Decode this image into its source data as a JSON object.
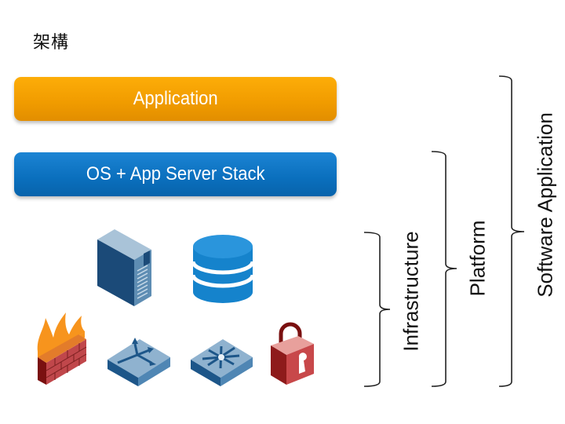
{
  "title": "架構",
  "layers": {
    "application": "Application",
    "os_stack": "OS + App Server Stack"
  },
  "infrastructure_icons": [
    "server-icon",
    "database-icon",
    "firewall-icon",
    "router-icon",
    "switch-icon",
    "security-lock-icon"
  ],
  "brackets": {
    "infrastructure": "Infrastructure",
    "platform": "Platform",
    "software_application": "Software Application"
  },
  "colors": {
    "application_bar": "#f7a300",
    "os_bar": "#0e74c4",
    "server": "#1b4f7e",
    "database": "#1a86cf",
    "firewall": "#b13a3a",
    "flame": "#f7941d",
    "network_device": "#7fa7c6",
    "lock": "#c0393b"
  }
}
